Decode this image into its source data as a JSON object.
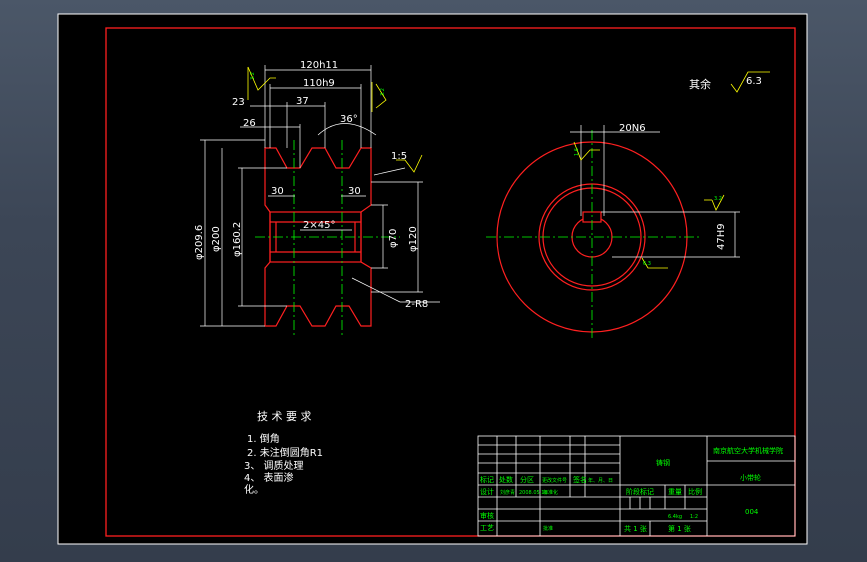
{
  "dimensions": {
    "w120": "120h11",
    "w110": "110h9",
    "d23": "23",
    "d37": "37",
    "d26": "26",
    "angle": "36°",
    "taper": "1:5",
    "d30a": "30",
    "d30b": "30",
    "chamfer": "2×45°",
    "dia2096": "φ209.6",
    "dia200": "φ200",
    "dia1602": "φ160.2",
    "dia70": "φ70",
    "dia120": "φ120",
    "r8": "2-R8",
    "key20": "20N6",
    "key47": "47H9"
  },
  "roughness": {
    "label": "其余",
    "value": "6.3",
    "r1": "3.2",
    "r2": "3.2",
    "r3": "1.6",
    "r4": "3.2",
    "r5": "6.3"
  },
  "tech": {
    "title": "技 术 要 求",
    "items": [
      "1. 倒角",
      "2. 未注倒圆角R1",
      "3、 调质处理",
      "4、 表面渗",
      "化。"
    ]
  },
  "title_block": {
    "material": "铸钢",
    "school": "南京航空大学机械学院",
    "part_name": "小带轮",
    "drawing_no": "004",
    "row1": [
      "标记",
      "处数",
      "分区",
      "更改文件号",
      "签名",
      "年、月、日"
    ],
    "designer": "设计",
    "designer_name": "刘彦青",
    "design_date": "2008.05.18",
    "standardize": "标准化",
    "check": "审核",
    "process": "工艺",
    "approve": "批准",
    "stage_mark": "阶段标记",
    "weight_label": "重量",
    "scale_label": "比例",
    "weight": "6.4kg",
    "scale": "1:2",
    "sheets": "共 1 张",
    "sheet_no": "第 1 张"
  },
  "colors": {
    "frame_red": "#ff2020",
    "text_white": "#ffffff",
    "center_green": "#00ff00",
    "roughness_yellow": "#ffff00"
  }
}
